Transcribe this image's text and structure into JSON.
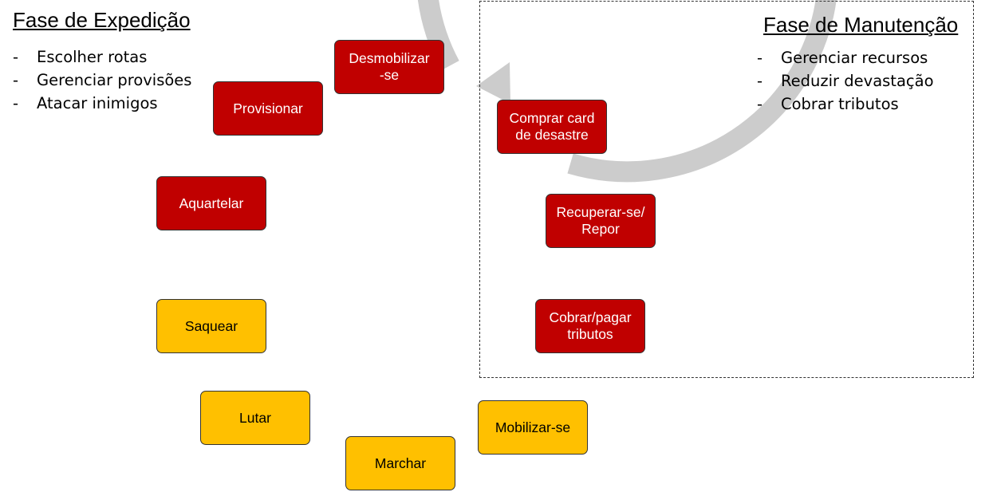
{
  "colors": {
    "expedition_step": "#c00000",
    "maintenance_step": "#c00000",
    "field_step": "#ffc000",
    "cycle_arrow": "#cccccc"
  },
  "expedition": {
    "title": "Fase de Expedição",
    "bullets": [
      "Escolher rotas",
      "Gerenciar provisões",
      "Atacar inimigos"
    ]
  },
  "maintenance": {
    "title": "Fase de Manutenção",
    "bullets": [
      "Gerenciar recursos",
      "Reduzir devastação",
      "Cobrar tributos"
    ]
  },
  "steps": {
    "desmobilizar": "Desmobilizar\n-se",
    "provisionar": "Provisionar",
    "aquartelar": "Aquartelar",
    "saquear": "Saquear",
    "lutar": "Lutar",
    "marchar": "Marchar",
    "mobilizar": "Mobilizar-se",
    "cobrar": "Cobrar/pagar\ntributos",
    "recuperar": "Recuperar-se/\nRepor",
    "comprar": "Comprar card\nde desastre"
  }
}
